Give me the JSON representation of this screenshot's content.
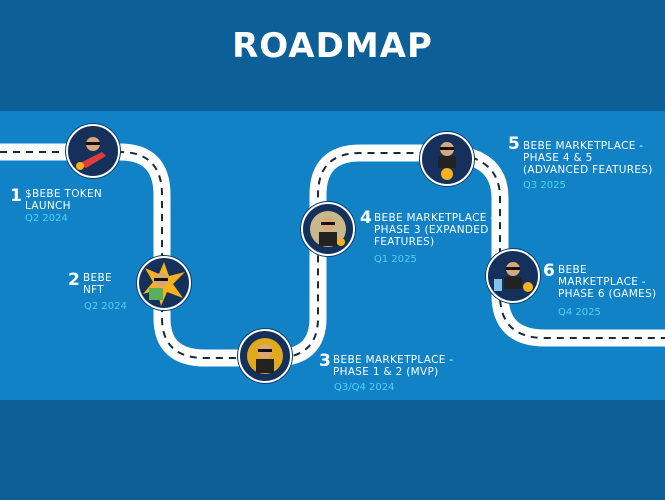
{
  "title": "ROADMAP",
  "colors": {
    "background": "#0d5f98",
    "band": "#1082c5",
    "road": "#ffffff",
    "date": "#4fd1f5",
    "avatar_bg": "#15305a"
  },
  "milestones": [
    {
      "number": "1",
      "line1": "$BEBE TOKEN",
      "line2": "LAUNCH",
      "line3": "",
      "date": "Q2 2024",
      "icon": "rocket-avatar-icon"
    },
    {
      "number": "2",
      "line1": "BEBE",
      "line2": "NFT",
      "line3": "",
      "date": "Q2 2024",
      "icon": "nft-avatar-icon"
    },
    {
      "number": "3",
      "line1": "BEBE MARKETPLACE -",
      "line2": "PHASE 1 & 2 (MVP)",
      "line3": "",
      "date": "Q3/Q4 2024",
      "icon": "marketplace-avatar-icon"
    },
    {
      "number": "4",
      "line1": "BEBE MARKETPLACE -",
      "line2": "PHASE 3 (EXPANDED",
      "line3": "FEATURES)",
      "date": "Q1 2025",
      "icon": "expanded-avatar-icon"
    },
    {
      "number": "5",
      "line1": "BEBE MARKETPLACE -",
      "line2": "PHASE 4 & 5",
      "line3": "(ADVANCED FEATURES)",
      "date": "Q3 2025",
      "icon": "coin-avatar-icon"
    },
    {
      "number": "6",
      "line1": "BEBE",
      "line2": "MARKETPLACE -",
      "line3": "PHASE 6 (GAMES)",
      "date": "Q4 2025",
      "icon": "games-avatar-icon"
    }
  ]
}
